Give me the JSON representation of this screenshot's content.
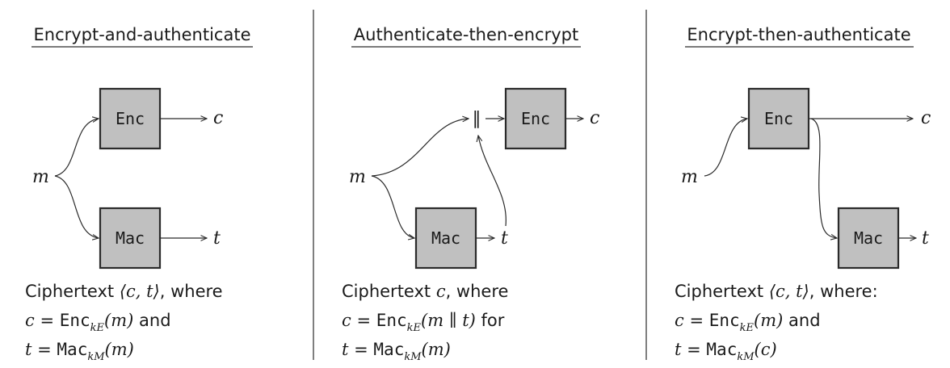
{
  "colors": {
    "box_fill": "#c0c0c0",
    "box_stroke": "#2b2b2b",
    "line": "#2b2b2b",
    "divider": "#555555",
    "text": "#1a1a1a"
  },
  "panels": [
    {
      "title": "Encrypt-and-authenticate",
      "labels": {
        "m": "m",
        "c": "c",
        "t": "t",
        "enc": "Enc",
        "mac": "Mac"
      },
      "caption": {
        "line1": {
          "a": "Ciphertext ",
          "b": "⟨c, t⟩",
          "c": ", where"
        },
        "line2": {
          "lhs": "c",
          "eq": " = ",
          "fn": "Enc",
          "sub": "kE",
          "arg": "(m)",
          "tail": " and"
        },
        "line3": {
          "lhs": "t",
          "eq": " = ",
          "fn": "Mac",
          "sub": "kM",
          "arg": "(m)",
          "tail": ""
        }
      }
    },
    {
      "title": "Authenticate-then-encrypt",
      "labels": {
        "m": "m",
        "c": "c",
        "t": "t",
        "enc": "Enc",
        "mac": "Mac",
        "concat": "∥"
      },
      "caption": {
        "line1": {
          "a": "Ciphertext ",
          "b": "c",
          "c": ", where"
        },
        "line2": {
          "lhs": "c",
          "eq": " = ",
          "fn": "Enc",
          "sub": "kE",
          "arg": "(m ∥ t)",
          "tail": " for"
        },
        "line3": {
          "lhs": "t",
          "eq": " = ",
          "fn": "Mac",
          "sub": "kM",
          "arg": "(m)",
          "tail": ""
        }
      }
    },
    {
      "title": "Encrypt-then-authenticate",
      "labels": {
        "m": "m",
        "c": "c",
        "t": "t",
        "enc": "Enc",
        "mac": "Mac"
      },
      "caption": {
        "line1": {
          "a": "Ciphertext ",
          "b": "⟨c, t⟩",
          "c": ", where:"
        },
        "line2": {
          "lhs": "c",
          "eq": " = ",
          "fn": "Enc",
          "sub": "kE",
          "arg": "(m)",
          "tail": " and"
        },
        "line3": {
          "lhs": "t",
          "eq": " = ",
          "fn": "Mac",
          "sub": "kM",
          "arg": "(c)",
          "tail": ""
        }
      }
    }
  ]
}
